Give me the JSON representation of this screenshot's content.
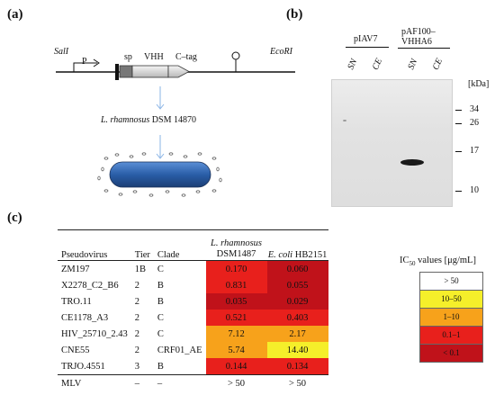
{
  "panel_a": {
    "label": "(a)",
    "sali": "SalI",
    "ecori": "EcoRI",
    "promoter": "P",
    "sp": "sp",
    "vhh": "VHH",
    "ctag": "C–tag",
    "strain_italic": "L. rhamnosus",
    "strain_rest": " DSM 14870"
  },
  "panel_b": {
    "label": "(b)",
    "group1": "pIAV7",
    "group2_line1": "pAF100–",
    "group2_line2": "VHHA6",
    "lanes": [
      "SN",
      "CE",
      "SN",
      "CE"
    ],
    "unit": "[kDa]",
    "markers": [
      "34",
      "26",
      "17",
      "10"
    ]
  },
  "panel_c": {
    "label": "(c)",
    "headers": {
      "pseudovirus": "Pseudovirus",
      "tier": "Tier",
      "clade": "Clade",
      "col1_italic": "L. rhamnosus",
      "col1_rest": "DSM1487",
      "col2_italic": "E. coli",
      "col2_rest": " HB2151"
    },
    "rows": [
      {
        "virus": "ZM197",
        "tier": "1B",
        "clade": "C",
        "v1": "0.170",
        "v2": "0.060",
        "c1": "#e8201c",
        "c2": "#c0121a"
      },
      {
        "virus": "X2278_C2_B6",
        "tier": "2",
        "clade": "B",
        "v1": "0.831",
        "v2": "0.055",
        "c1": "#e8201c",
        "c2": "#c0121a"
      },
      {
        "virus": "TRO.11",
        "tier": "2",
        "clade": "B",
        "v1": "0.035",
        "v2": "0.029",
        "c1": "#c0121a",
        "c2": "#c0121a"
      },
      {
        "virus": "CE1178_A3",
        "tier": "2",
        "clade": "C",
        "v1": "0.521",
        "v2": "0.403",
        "c1": "#e8201c",
        "c2": "#e8201c"
      },
      {
        "virus": "HIV_25710_2.43",
        "tier": "2",
        "clade": "C",
        "v1": "7.12",
        "v2": "2.17",
        "c1": "#f7a21b",
        "c2": "#f7a21b"
      },
      {
        "virus": "CNE55",
        "tier": "2",
        "clade": "CRF01_AE",
        "v1": "5.74",
        "v2": "14.40",
        "c1": "#f7a21b",
        "c2": "#f5ef2a"
      },
      {
        "virus": "TRJO.4551",
        "tier": "3",
        "clade": "B",
        "v1": "0.144",
        "v2": "0.134",
        "c1": "#e8201c",
        "c2": "#e8201c"
      },
      {
        "virus": "MLV",
        "tier": "–",
        "clade": "–",
        "v1": "> 50",
        "v2": "> 50",
        "c1": "#ffffff",
        "c2": "#ffffff"
      }
    ],
    "legend_title_pre": "IC",
    "legend_title_sub": "50",
    "legend_title_post": " values [μg/mL]",
    "legend": [
      {
        "label": "> 50",
        "color": "#ffffff"
      },
      {
        "label": "10–50",
        "color": "#f5ef2a"
      },
      {
        "label": "1–10",
        "color": "#f7a21b"
      },
      {
        "label": "0.1–1",
        "color": "#e8201c"
      },
      {
        "label": "< 0.1",
        "color": "#c0121a"
      }
    ]
  }
}
